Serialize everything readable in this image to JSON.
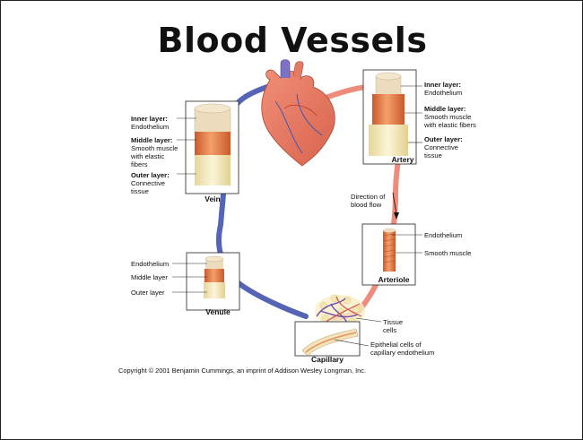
{
  "title": "Blood Vessels",
  "vessels": {
    "vein": {
      "caption": "Vein",
      "inner_bold": "Inner layer:",
      "inner": "Endothelium",
      "middle_bold": "Middle layer:",
      "middle_1": "Smooth muscle",
      "middle_2": "with elastic",
      "middle_3": "fibers",
      "outer_bold": "Outer layer:",
      "outer_1": "Connective",
      "outer_2": "tissue"
    },
    "artery": {
      "caption": "Artery",
      "inner_bold": "Inner layer:",
      "inner": "Endothelium",
      "middle_bold": "Middle layer:",
      "middle_1": "Smooth muscle",
      "middle_2": "with elastic fibers",
      "outer_bold": "Outer layer:",
      "outer_1": "Connective",
      "outer_2": "tissue"
    },
    "arteriole": {
      "caption": "Arteriole",
      "label_1": "Endothelium",
      "label_2": "Smooth muscle"
    },
    "venule": {
      "caption": "Venule",
      "label_1": "Endothelium",
      "label_2": "Middle layer",
      "label_3": "Outer layer"
    },
    "capillary": {
      "caption": "Capillary",
      "tissue_1": "Tissue",
      "tissue_2": "cells",
      "epi_1": "Epithelial cells of",
      "epi_2": "capillary endothelium"
    }
  },
  "flow": {
    "line_1": "Direction of",
    "line_2": "blood flow"
  },
  "colors": {
    "artery": "#ef8a7a",
    "vein": "#5565b8",
    "muscle": "#e58a55",
    "connective": "#f6ecc2",
    "endothelium": "#ecdcbd"
  },
  "copyright": "Copyright © 2001 Benjamin Cummings, an imprint of Addison Wesley Longman, Inc."
}
